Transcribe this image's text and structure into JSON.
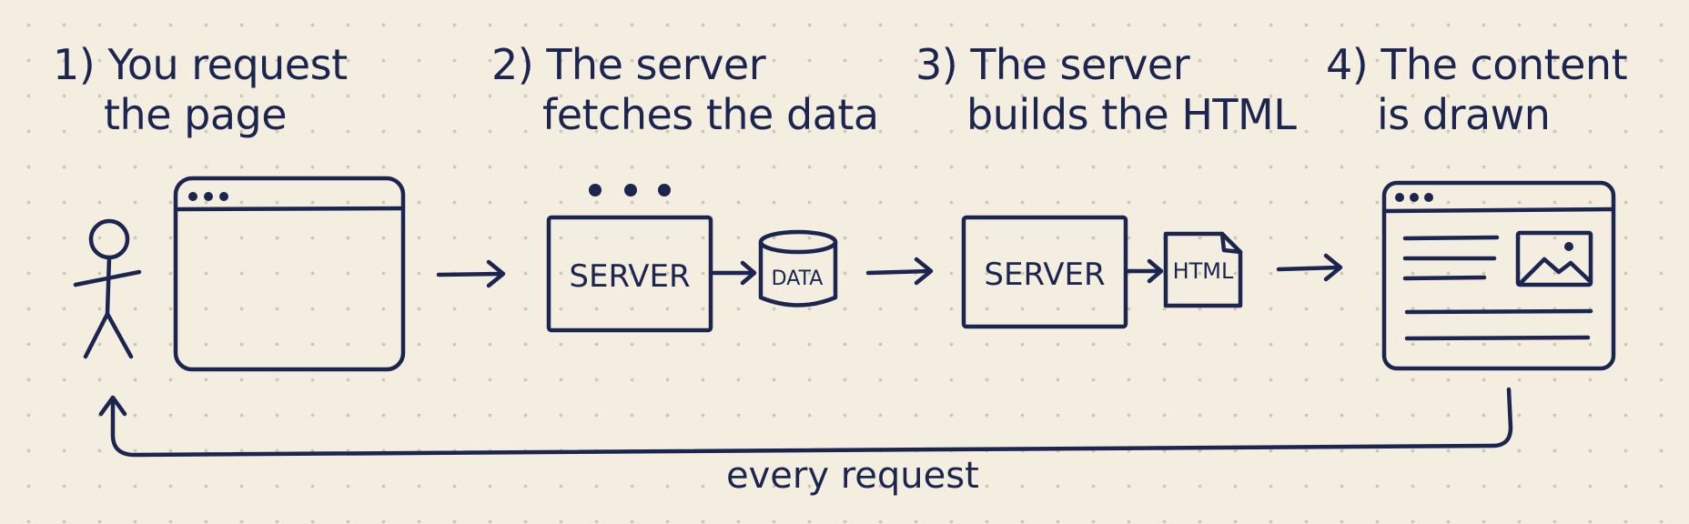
{
  "steps": [
    {
      "line1": "1) You request",
      "line2": "the page"
    },
    {
      "line1": "2) The server",
      "line2": "fetches the data"
    },
    {
      "line1": "3) The server",
      "line2": "builds the HTML"
    },
    {
      "line1": "4) The content",
      "line2": "is drawn"
    }
  ],
  "labels": {
    "server_1": "SERVER",
    "data": "DATA",
    "server_2": "SERVER",
    "html": "HTML"
  },
  "loop_caption": "every request",
  "colors": {
    "ink": "#1b2550",
    "paper": "#f3eedf",
    "dots": "#cfc6b3"
  }
}
